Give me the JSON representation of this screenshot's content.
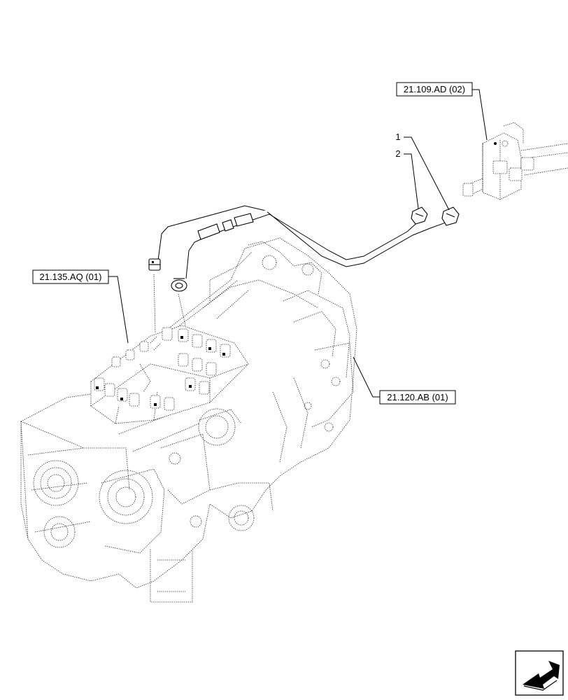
{
  "references": {
    "ref_top": "21.109.AD (02)",
    "ref_left": "21.135.AQ (01)",
    "ref_right": "21.120.AB (01)"
  },
  "item_numbers": {
    "item_1": "1",
    "item_2": "2"
  },
  "icons": {
    "nav_icon": "next-page-arrow-icon"
  }
}
